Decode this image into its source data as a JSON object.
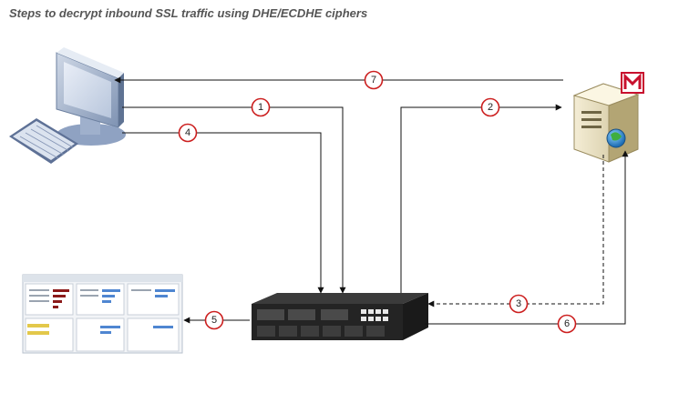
{
  "title": "Steps to decrypt inbound SSL traffic using DHE/ECDHE ciphers",
  "colors": {
    "step_circle": "#cc1f1f",
    "arrow": "#111111",
    "brand_logo": "#c8102e"
  },
  "nodes": [
    {
      "id": "client",
      "icon": "desktop-computer-icon"
    },
    {
      "id": "server",
      "icon": "server-icon"
    },
    {
      "id": "appliance",
      "icon": "network-appliance-icon"
    },
    {
      "id": "dashboard",
      "icon": "dashboard-screenshot-icon"
    }
  ],
  "steps": [
    {
      "number": "1",
      "from": "client",
      "to": "appliance"
    },
    {
      "number": "2",
      "from": "appliance",
      "to": "server"
    },
    {
      "number": "3",
      "from": "server",
      "to": "appliance",
      "style": "dashed"
    },
    {
      "number": "4",
      "from": "client",
      "to": "appliance"
    },
    {
      "number": "5",
      "from": "appliance",
      "to": "dashboard"
    },
    {
      "number": "6",
      "from": "appliance",
      "to": "server"
    },
    {
      "number": "7",
      "from": "server",
      "to": "client"
    }
  ]
}
